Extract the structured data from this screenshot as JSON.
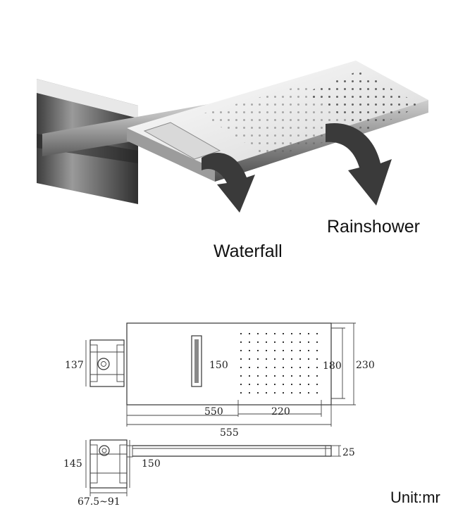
{
  "labels": {
    "waterfall": "Waterfall",
    "rainshower": "Rainshower",
    "unit": "Unit:mr"
  },
  "dimensions": {
    "d137": "137",
    "d150_slot": "150",
    "d180": "180",
    "d230": "230",
    "d550": "550",
    "d220": "220",
    "d555": "555",
    "d145": "145",
    "d150_arm": "150",
    "d25": "25",
    "d67": "67.5~91"
  },
  "colors": {
    "arrow": "#3a3a3a",
    "steel_light": "#f2f2f2",
    "steel_dark": "#6f6f6f"
  }
}
